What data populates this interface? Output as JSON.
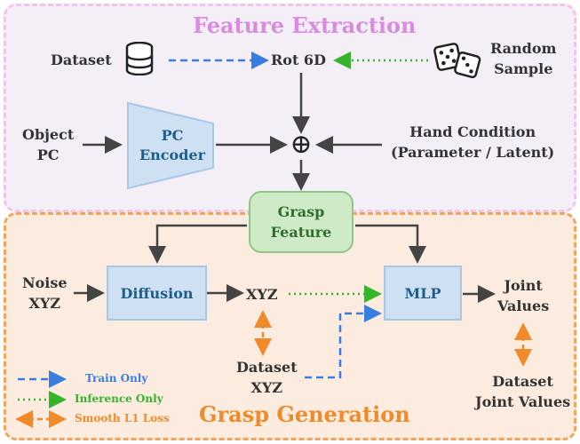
{
  "titles": {
    "feature_extraction": "Feature Extraction",
    "grasp_generation": "Grasp Generation"
  },
  "labels": {
    "dataset": "Dataset",
    "rot6d": "Rot 6D",
    "random_sample": [
      "Random",
      "Sample"
    ],
    "object_pc": [
      "Object",
      "PC"
    ],
    "hand_condition": [
      "Hand Condition",
      "(Parameter / Latent)"
    ],
    "noise_xyz": [
      "Noise",
      "XYZ"
    ],
    "xyz": "XYZ",
    "dataset_xyz": [
      "Dataset",
      "XYZ"
    ],
    "joint_values": [
      "Joint",
      "Values"
    ],
    "dataset_joint_values": [
      "Dataset",
      "Joint Values"
    ],
    "plus": "⊕"
  },
  "boxes": {
    "pc_encoder": [
      "PC",
      "Encoder"
    ],
    "grasp_feature": [
      "Grasp",
      "Feature"
    ],
    "diffusion": "Diffusion",
    "mlp": "MLP"
  },
  "legend": {
    "train_only": "Train Only",
    "inference_only": "Inference Only",
    "smooth_l1": "Smooth L1 Loss"
  },
  "colors": {
    "feature_title": "#d98be0",
    "generation_title": "#f08a2b",
    "train": "#3a7de0",
    "inference": "#35b52c",
    "loss": "#f08a2b",
    "arrow": "#444444",
    "box_text": "#1d5d8c",
    "grasp_feature_fill": "#cfeac6",
    "grasp_feature_border": "#8fc786"
  },
  "icons": [
    "database-icon",
    "dice-icon"
  ]
}
